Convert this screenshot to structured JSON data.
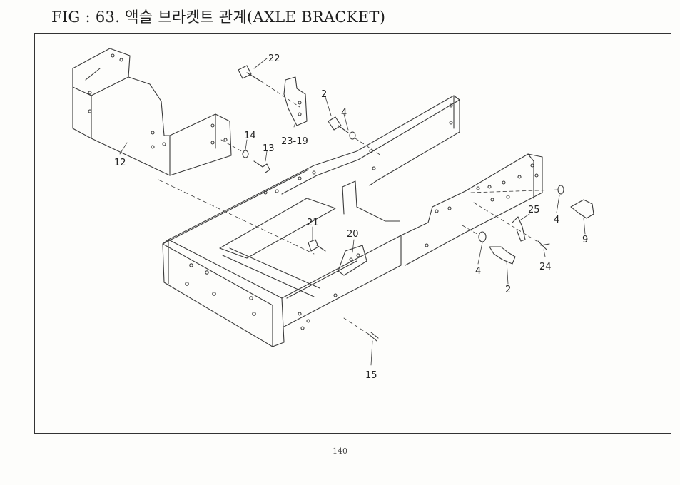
{
  "figure": {
    "title": "FIG : 63. 액슬 브라켓트 관계(AXLE BRACKET)",
    "page_number": "140"
  },
  "callouts": {
    "c22": "22",
    "c2a": "2",
    "c4a": "4",
    "c2319": "23-19",
    "c14": "14",
    "c13": "13",
    "c12": "12",
    "c21": "21",
    "c20": "20",
    "c15": "15",
    "c25": "25",
    "c24": "24",
    "c4b": "4",
    "c4c": "4",
    "c9": "9",
    "c2b": "2"
  },
  "colors": {
    "line": "#3a3a3a",
    "paper": "#fdfdfb"
  }
}
